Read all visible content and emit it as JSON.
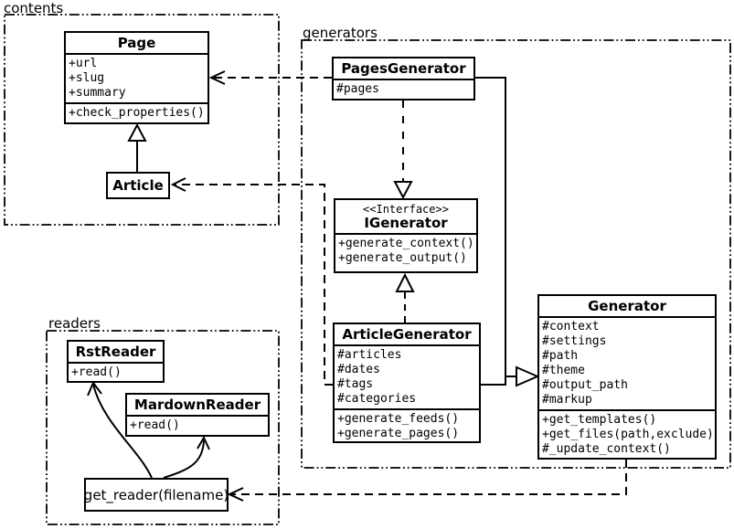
{
  "colors": {
    "background": "#ffffff",
    "line": "#000000",
    "box_fill": "#ffffff"
  },
  "packages": {
    "contents": {
      "label": "contents"
    },
    "generators": {
      "label": "generators"
    },
    "readers": {
      "label": "readers"
    }
  },
  "classes": {
    "page": {
      "name": "Page",
      "attributes": [
        "+url",
        "+slug",
        "+summary"
      ],
      "methods": [
        "+check_properties()"
      ]
    },
    "article": {
      "name": "Article"
    },
    "pages_generator": {
      "name": "PagesGenerator",
      "attributes": [
        "#pages"
      ]
    },
    "igenerator": {
      "stereotype": "<<Interface>>",
      "name": "IGenerator",
      "methods": [
        "+generate_context()",
        "+generate_output()"
      ]
    },
    "article_generator": {
      "name": "ArticleGenerator",
      "attributes": [
        "#articles",
        "#dates",
        "#tags",
        "#categories"
      ],
      "methods": [
        "+generate_feeds()",
        "+generate_pages()"
      ]
    },
    "generator": {
      "name": "Generator",
      "attributes": [
        "#context",
        "#settings",
        "#path",
        "#theme",
        "#output_path",
        "#markup"
      ],
      "methods": [
        "+get_templates()",
        "+get_files(path,exclude)",
        "#_update_context()"
      ]
    },
    "rst_reader": {
      "name": "RstReader",
      "methods": [
        "+read()"
      ]
    },
    "mardown_reader": {
      "name": "MardownReader",
      "methods": [
        "+read()"
      ]
    },
    "get_reader": {
      "label": "get_reader(filename)"
    }
  },
  "relationships": [
    {
      "type": "generalization",
      "from": "Article",
      "to": "Page"
    },
    {
      "type": "dependency",
      "from": "PagesGenerator",
      "to": "Page"
    },
    {
      "type": "dependency",
      "from": "ArticleGenerator",
      "to": "Article"
    },
    {
      "type": "realization",
      "from": "PagesGenerator",
      "to": "IGenerator"
    },
    {
      "type": "realization",
      "from": "ArticleGenerator",
      "to": "IGenerator"
    },
    {
      "type": "generalization",
      "from": "PagesGenerator",
      "to": "Generator"
    },
    {
      "type": "generalization",
      "from": "ArticleGenerator",
      "to": "Generator"
    },
    {
      "type": "dependency",
      "from": "Generator",
      "to": "get_reader(filename)"
    },
    {
      "type": "call",
      "from": "get_reader(filename)",
      "to": "RstReader"
    },
    {
      "type": "call",
      "from": "get_reader(filename)",
      "to": "MardownReader"
    }
  ]
}
